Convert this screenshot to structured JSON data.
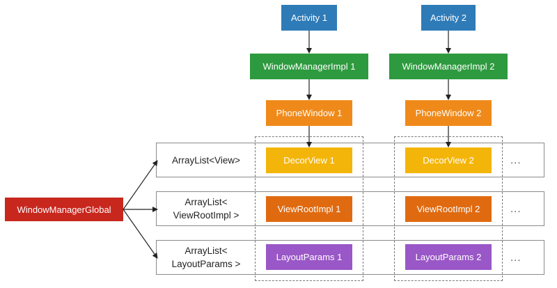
{
  "colors": {
    "activity": "#2e7bb8",
    "window_manager_impl": "#2e9a3f",
    "phone_window": "#ef8a1a",
    "decor_view": "#f4b50a",
    "view_root_impl": "#e06a10",
    "layout_params": "#9a57c7",
    "window_manager_global": "#c8271e"
  },
  "global": {
    "label": "WindowManagerGlobal"
  },
  "rows": [
    {
      "label": "ArrayList<View>",
      "more": "..."
    },
    {
      "label": "ArrayList<\nViewRootImpl >",
      "more": "..."
    },
    {
      "label": "ArrayList<\nLayoutParams >",
      "more": "..."
    }
  ],
  "columns": [
    {
      "activity": "Activity 1",
      "window_manager_impl": "WindowManagerImpl 1",
      "phone_window": "PhoneWindow 1",
      "decor_view": "DecorView 1",
      "view_root_impl": "ViewRootImpl 1",
      "layout_params": "LayoutParams 1"
    },
    {
      "activity": "Activity 2",
      "window_manager_impl": "WindowManagerImpl 2",
      "phone_window": "PhoneWindow 2",
      "decor_view": "DecorView 2",
      "view_root_impl": "ViewRootImpl 2",
      "layout_params": "LayoutParams 2"
    }
  ]
}
